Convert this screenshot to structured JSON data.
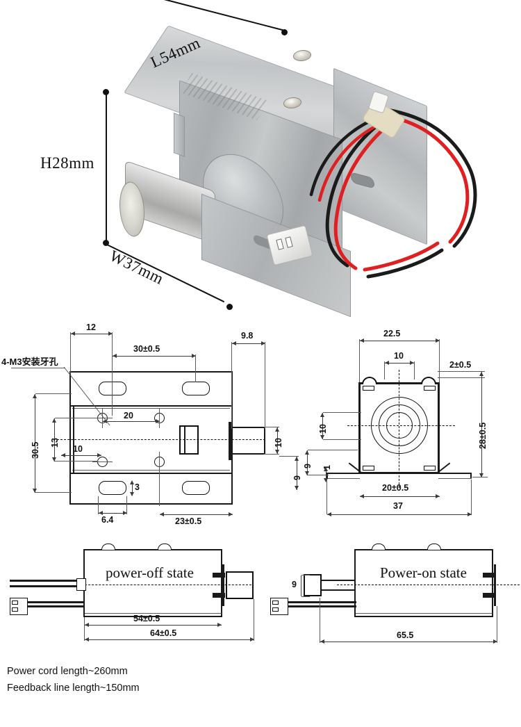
{
  "product": {
    "type": "solenoid-lock-spec-sheet",
    "photo_dimensions": {
      "length": "L54mm",
      "height": "H28mm",
      "width": "W37mm"
    }
  },
  "drawing_top_view": {
    "name": "top-view-drawing",
    "dimensions": {
      "d12": "12",
      "d30": "30±0.5",
      "d98": "9.8",
      "d305": "30.5",
      "d13": "13",
      "d10_left": "10",
      "d20": "20",
      "d10_right": "10",
      "d3": "3",
      "d64": "6.4",
      "d23": "23±0.5",
      "d9": "9"
    },
    "annotation": "4-M3安装牙孔"
  },
  "drawing_end_view": {
    "name": "end-view-drawing",
    "dimensions": {
      "d225": "22.5",
      "d10_top": "10",
      "d2": "2±0.5",
      "d28": "28±0.5",
      "d10_left": "10",
      "d9": "9",
      "d1": "1",
      "d20": "20±0.5",
      "d37": "37"
    }
  },
  "drawing_power_off": {
    "name": "power-off-side-view",
    "label": "power-off state",
    "dimensions": {
      "d54": "54±0.5",
      "d64": "64±0.5"
    }
  },
  "drawing_power_on": {
    "name": "power-on-side-view",
    "label": "Power-on state",
    "dimensions": {
      "d9": "9",
      "d655": "65.5"
    }
  },
  "notes": {
    "power_cord": "Power cord length~260mm",
    "feedback_line": "Feedback line length~150mm"
  },
  "colors": {
    "line": "#1a1a1a",
    "dim": "#3a3a3a",
    "wire_red": "#e02020",
    "wire_black": "#1b1b1b",
    "metal": "#c2c5c7"
  }
}
